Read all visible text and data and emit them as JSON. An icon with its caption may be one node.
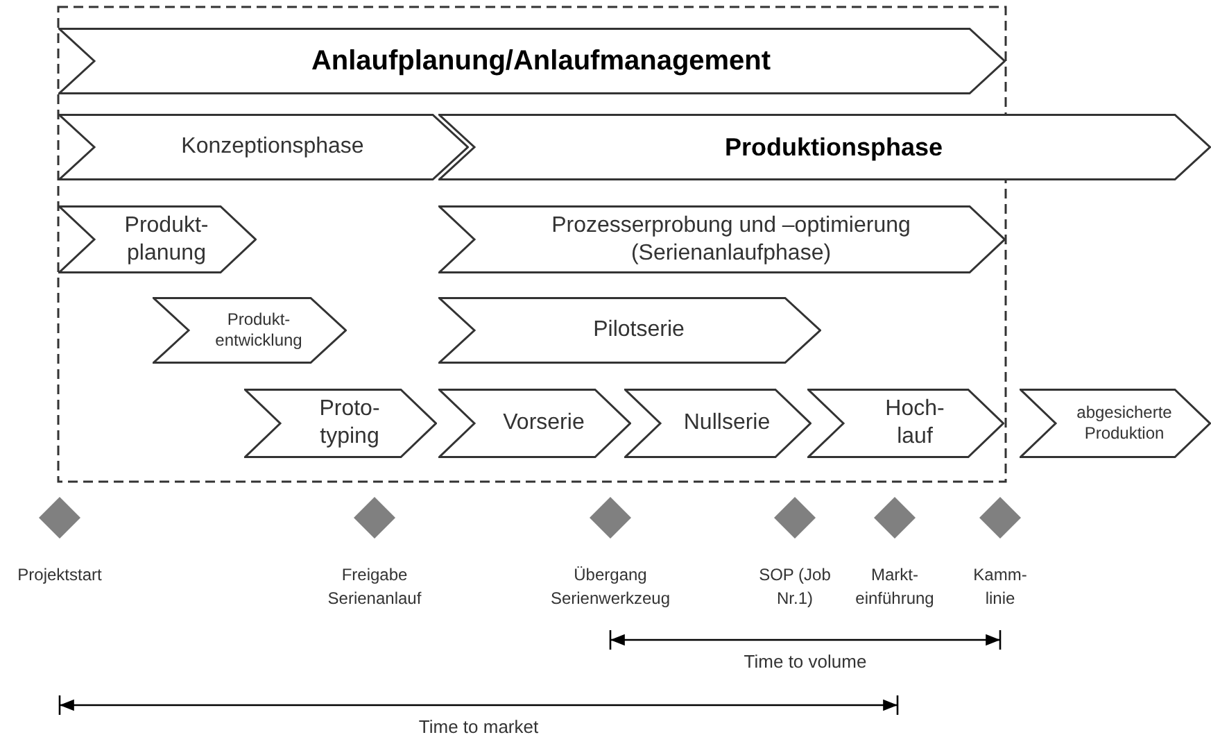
{
  "diagram": {
    "nodes": [
      {
        "text": [
          "Anlaufplanung/Anlaufmanagement"
        ]
      },
      {
        "text": [
          "Konzeptionsphase"
        ]
      },
      {
        "text": [
          "Produktionsphase"
        ]
      },
      {
        "text": [
          "Produkt- planung"
        ]
      },
      {
        "text": [
          "Prozesserprobung und –optimierung (Serienanlaufphase)"
        ]
      },
      {
        "text": [
          "Produkt- entwicklung"
        ]
      },
      {
        "text": [
          "Pilotserie"
        ]
      },
      {
        "text": [
          "Proto- typing"
        ]
      },
      {
        "text": [
          "Vorserie"
        ]
      },
      {
        "text": [
          "Nullserie"
        ]
      },
      {
        "text": [
          "Hoch- lauf"
        ]
      },
      {
        "text": [
          "abgesicherte Produktion"
        ]
      },
      {
        "text": [
          "Projektstart"
        ]
      },
      {
        "text": [
          "Freigabe Serienanlauf"
        ]
      },
      {
        "text": [
          "Übergang Serienwerkzeug"
        ]
      },
      {
        "text": [
          "SOP (Job Nr.1)"
        ]
      },
      {
        "text": [
          "Markt- einführung"
        ]
      },
      {
        "text": [
          "Kamm- linie"
        ]
      }
    ],
    "labels": [
      "Time to volume",
      "Time to market"
    ]
  }
}
